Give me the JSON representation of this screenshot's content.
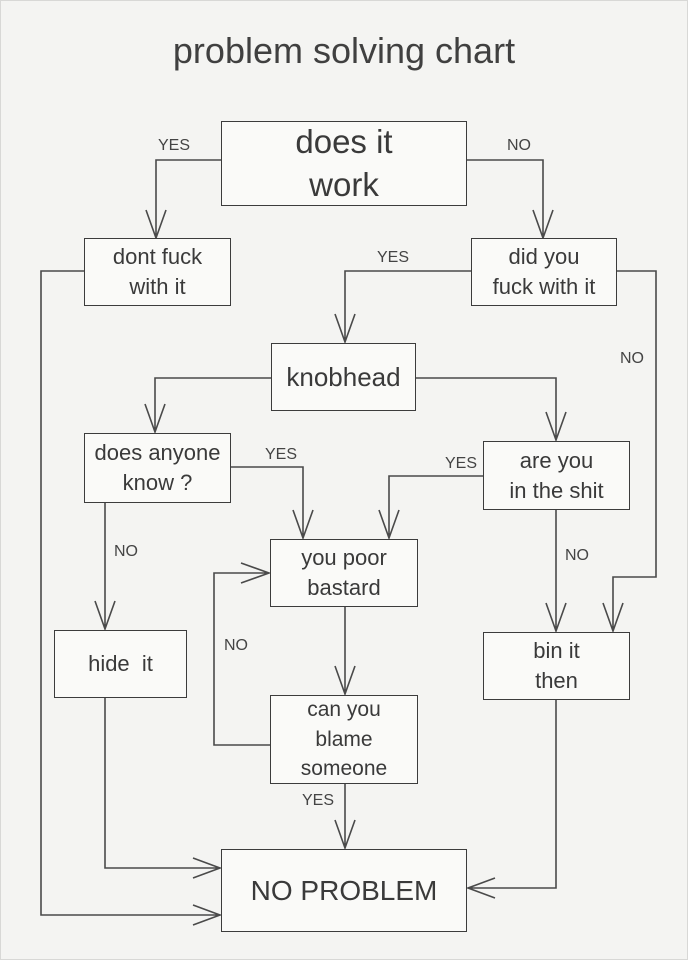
{
  "title": "problem solving chart",
  "nodes": {
    "does_it_work": "does it\nwork",
    "dont_touch": "dont fuck\nwith it",
    "did_you_touch": "did you\nfuck with it",
    "knobhead": "knobhead",
    "does_anyone_know": "does anyone\nknow ?",
    "are_you_in_trouble": "are you\nin the shit",
    "you_poor": "you poor\nbastard",
    "hide_it": "hide  it",
    "bin_it": "bin it\nthen",
    "can_you_blame": "can you\nblame\nsomeone",
    "no_problem": "NO PROBLEM"
  },
  "labels": {
    "yes_top_left": "YES",
    "no_top_right": "NO",
    "yes_did_you": "YES",
    "no_did_you": "NO",
    "yes_anyone": "YES",
    "yes_trouble": "YES",
    "no_anyone": "NO",
    "no_trouble": "NO",
    "no_blame": "NO",
    "yes_blame": "YES"
  }
}
